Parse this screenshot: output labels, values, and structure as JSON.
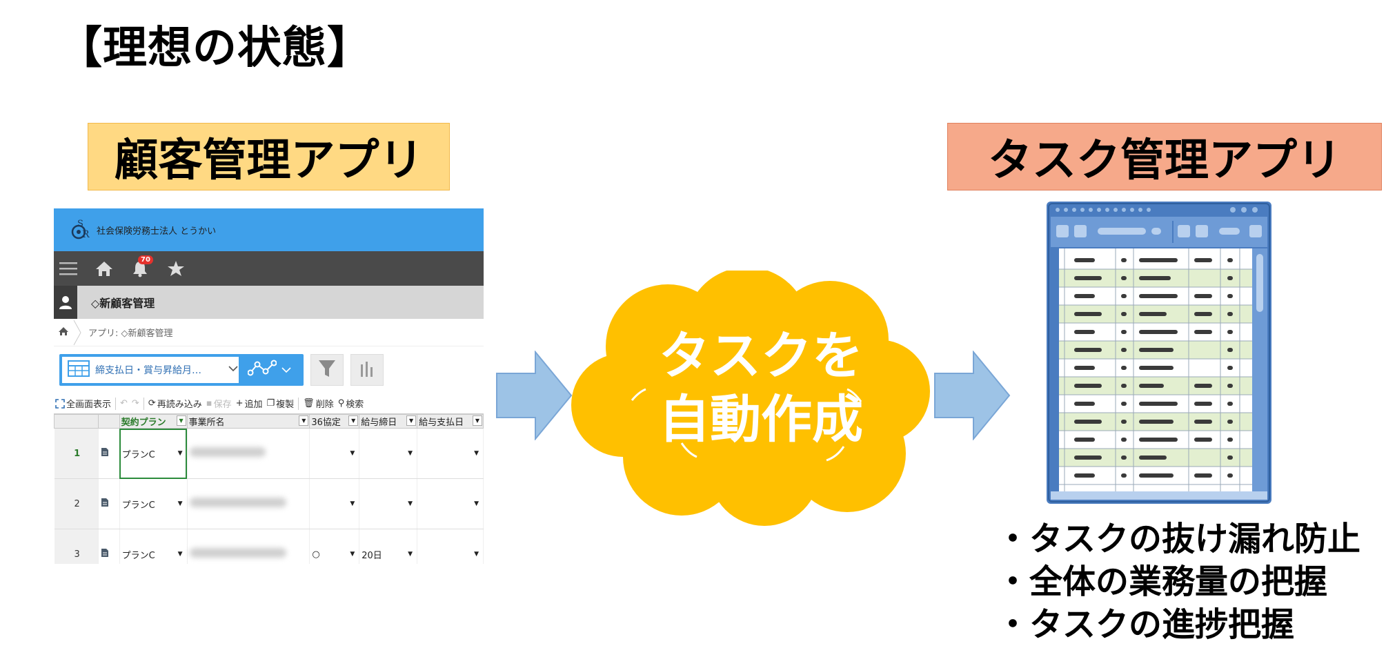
{
  "slide": {
    "title": "【理想の状態】"
  },
  "labels": {
    "crm_app": "顧客管理アプリ",
    "task_app": "タスク管理アプリ"
  },
  "crm": {
    "org_name": "社会保険労務士法人 とうかい",
    "notification_count": "70",
    "app_title": "◇新顧客管理",
    "breadcrumb": "アプリ: ◇新顧客管理",
    "view_name": "締支払日・賞与昇給月…",
    "actions": {
      "fullscreen": "全画面表示",
      "reload": "再読み込み",
      "save": "保存",
      "add": "追加",
      "duplicate": "複製",
      "delete": "削除",
      "search": "検索"
    },
    "columns": [
      "契約プラン",
      "事業所名",
      "36協定",
      "給与締日",
      "給与支払日"
    ],
    "rows": [
      {
        "num": "1",
        "plan": "プランC",
        "kyotei": "",
        "shime": ""
      },
      {
        "num": "2",
        "plan": "プランC",
        "kyotei": "",
        "shime": ""
      },
      {
        "num": "3",
        "plan": "プランC",
        "kyotei": "○",
        "shime": "20日"
      }
    ]
  },
  "cloud": {
    "line1": "タスクを",
    "line2": "自動作成"
  },
  "benefits": [
    "・タスクの抜け漏れ防止",
    "・全体の業務量の把握",
    "・タスクの進捗把握"
  ],
  "colors": {
    "crm_label_bg": "#ffd983",
    "task_label_bg": "#f6a98a",
    "cloud": "#ffc000",
    "arrow": "#9dc3e6",
    "crm_header": "#3fa0ea"
  }
}
